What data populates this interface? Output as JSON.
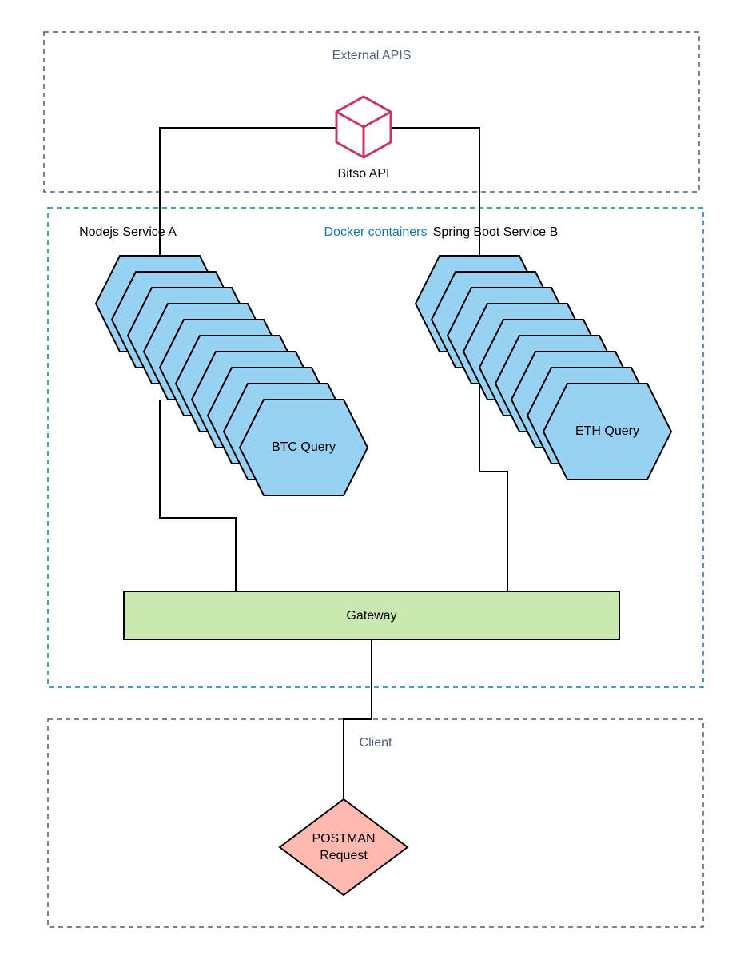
{
  "colors": {
    "external_border": "#4a5b78",
    "docker_border": "#167b9b",
    "client_border": "#4a5b78",
    "external_label": "#4d5f7a",
    "docker_label": "#1479a6",
    "client_label": "#4d5f7a",
    "hex_fill": "#99d1f3",
    "gateway_fill": "#c9e9b0",
    "postman_fill": "#ffb9b0",
    "api_icon": "#cc3366"
  },
  "regions": {
    "external": {
      "label": "External APIS"
    },
    "docker": {
      "label": "Docker containers"
    },
    "client": {
      "label": "Client"
    }
  },
  "services": {
    "a": {
      "title": "Nodejs Service A",
      "node_label": "BTC Query",
      "instances": 10
    },
    "b": {
      "title": "Spring Boot Service B",
      "node_label": "ETH Query",
      "instances": 9
    }
  },
  "nodes": {
    "bitso": {
      "label": "Bitso API",
      "icon": "cube-icon"
    },
    "gateway": {
      "label": "Gateway"
    },
    "postman": {
      "label_line1": "POSTMAN",
      "label_line2": "Request"
    }
  }
}
